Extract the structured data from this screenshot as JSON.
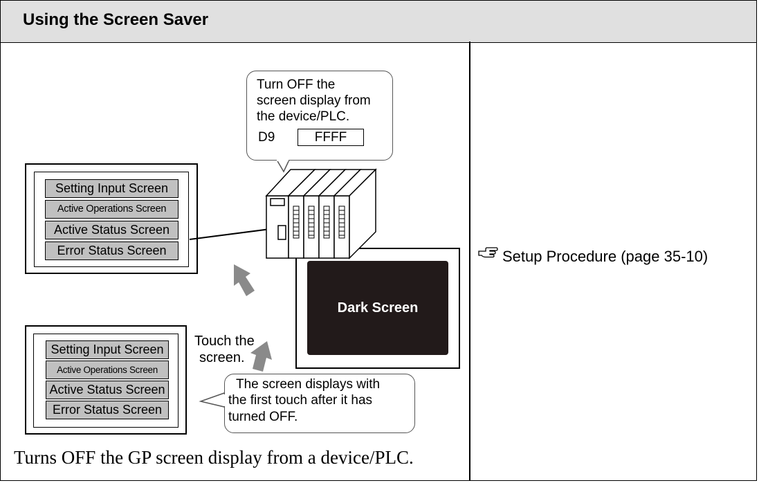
{
  "header": {
    "title": "Using the Screen Saver"
  },
  "link": {
    "text": "Setup Procedure (page 35-10)",
    "icon": "pointing-hand-icon"
  },
  "callout_plc": {
    "lines": [
      "Turn OFF the",
      "screen display from",
      "the device/PLC."
    ],
    "device": "D9",
    "value": "FFFF"
  },
  "panel_top": {
    "buttons": [
      "Setting Input Screen",
      "Active Operations Screen",
      "Active Status Screen",
      "Error Status Screen"
    ]
  },
  "panel_bottom": {
    "buttons": [
      "Setting Input Screen",
      "Active Operations Screen",
      "Active Status Screen",
      "Error Status Screen"
    ]
  },
  "dark_screen": {
    "label": "Dark Screen"
  },
  "touch_caption": {
    "lines": [
      "Touch the",
      "screen."
    ]
  },
  "callout_touch": {
    "lines": [
      "The screen displays with",
      "the first touch after it has",
      "turned OFF."
    ]
  },
  "footer": {
    "text": "Turns OFF the GP screen display from a device/PLC."
  },
  "colors": {
    "header_bg": "#e0e0e0",
    "button_bg": "#c0c0c0",
    "dark_screen_bg": "#221a1a",
    "arrow": "#808080"
  }
}
